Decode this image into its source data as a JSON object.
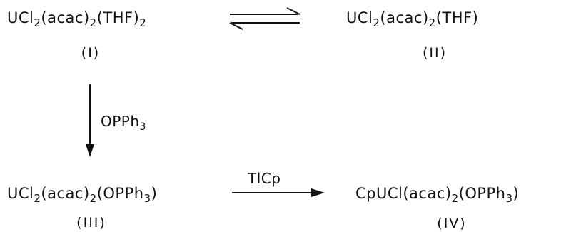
{
  "compounds": {
    "I": {
      "prefix": "UCl",
      "n1": "2",
      "mid": "(acac)",
      "n2": "2",
      "suffix": "(THF)",
      "n3": "2",
      "label": "(I)"
    },
    "II": {
      "prefix": "UCl",
      "n1": "2",
      "mid": "(acac)",
      "n2": "2",
      "suffix": "(THF)",
      "label": "(II)"
    },
    "III": {
      "prefix": "UCl",
      "n1": "2",
      "mid": "(acac)",
      "n2": "2",
      "suffix_a": "(OPPh",
      "n3": "3",
      "suffix_b": ")",
      "label": "(III)"
    },
    "IV": {
      "prefix": "CpUCl(acac)",
      "n1": "2",
      "suffix_a": "(OPPh",
      "n2": "3",
      "suffix_b": ")",
      "label": "(IV)"
    }
  },
  "reagents": {
    "down": {
      "text": "OPPh",
      "n": "3"
    },
    "right": {
      "text": "TlCp"
    }
  },
  "colors": {
    "ink": "#111111",
    "background": "#ffffff"
  }
}
